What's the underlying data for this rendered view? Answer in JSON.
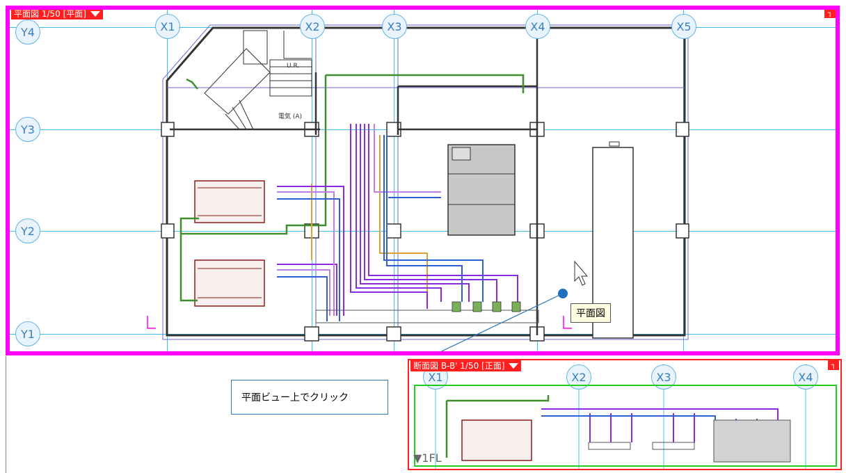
{
  "plan_view": {
    "title": "平面図 1/50 [平面]",
    "pin_glyph": "└",
    "grid_x": [
      "X1",
      "X2",
      "X3",
      "X4",
      "X5"
    ],
    "grid_y": [
      "Y4",
      "Y3",
      "Y2",
      "Y1"
    ],
    "room_labels": [
      "U.R.",
      "電気 (A)"
    ],
    "tooltip": "平面図"
  },
  "callout": {
    "text": "平面ビュー上でクリック"
  },
  "section_view": {
    "title": "断面図 B-B' 1/50 [正面]",
    "grid_x": [
      "X1",
      "X2",
      "X3",
      "X4"
    ],
    "level_label": "▼1FL"
  },
  "colors": {
    "active_view_border": "#ff00ff",
    "title_bar": "#ff1f1f",
    "grid_line": "#3ec0ee",
    "callout_border": "#2e78b7"
  }
}
